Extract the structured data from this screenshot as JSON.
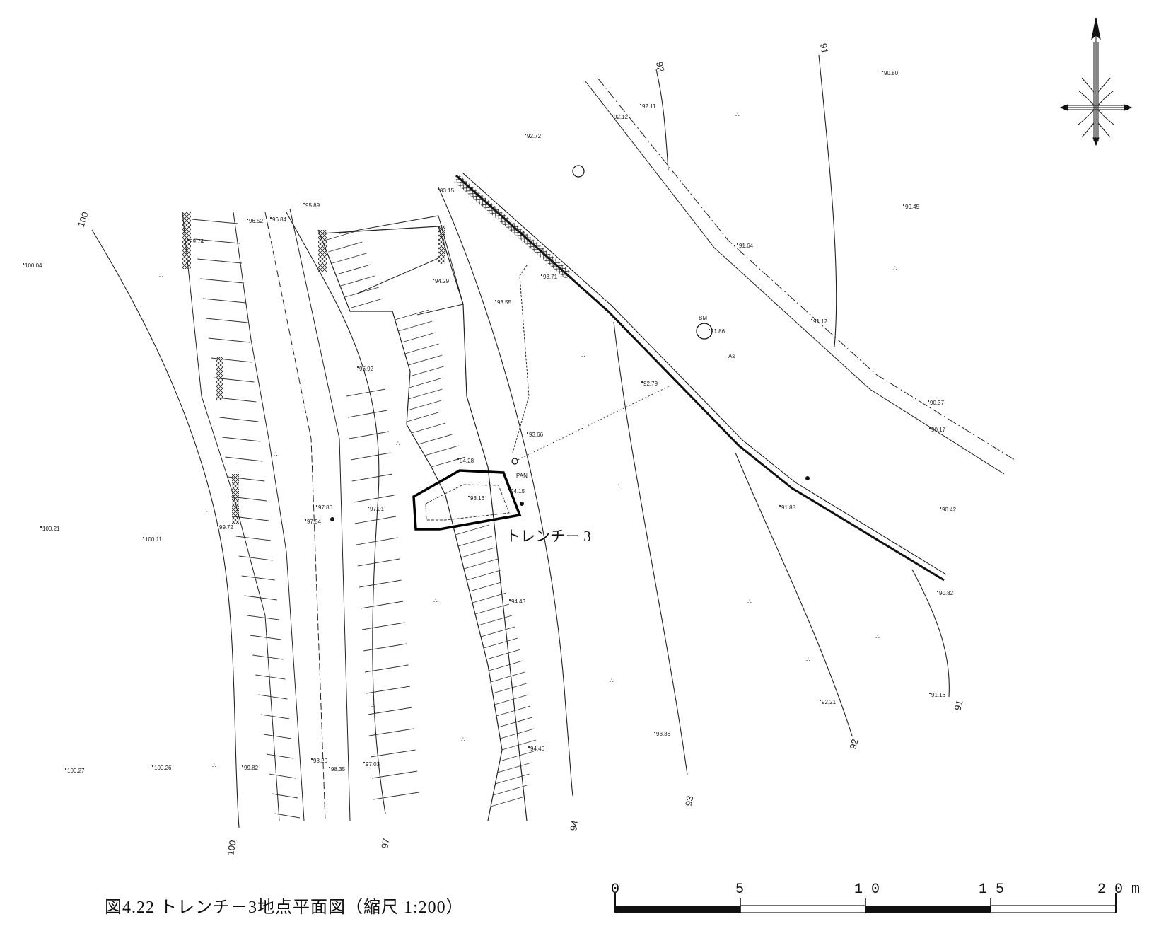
{
  "caption": "図4.22 トレンチ－3地点平面図（縮尺 1:200）",
  "trench_label": "トレンチ－ 3",
  "scale_bar": {
    "unit": "m",
    "labels": [
      "0",
      "5",
      "1 0",
      "1 5",
      "2 0 m"
    ]
  },
  "contour_labels": {
    "c100_top": "100",
    "c100_bottom": "100",
    "c97": "97",
    "c94": "94",
    "c93": "93",
    "c92_top": "92",
    "c92_bottom": "92",
    "c91_top": "91",
    "c91_bottom": "91"
  },
  "spot_heights": [
    {
      "id": "e1",
      "label": "100.04"
    },
    {
      "id": "e2",
      "label": "99.74"
    },
    {
      "id": "e3",
      "label": "96.52"
    },
    {
      "id": "e4",
      "label": "96.84"
    },
    {
      "id": "e5",
      "label": "95.89"
    },
    {
      "id": "e6",
      "label": "93.15"
    },
    {
      "id": "e7",
      "label": "94.29"
    },
    {
      "id": "e8",
      "label": "93.55"
    },
    {
      "id": "e9",
      "label": "93.71"
    },
    {
      "id": "e10",
      "label": "92.72"
    },
    {
      "id": "e11",
      "label": "92.12"
    },
    {
      "id": "e12",
      "label": "92.11"
    },
    {
      "id": "e13",
      "label": "90.80"
    },
    {
      "id": "e14",
      "label": "90.45"
    },
    {
      "id": "e15",
      "label": "91.64"
    },
    {
      "id": "e16",
      "label": "91.86"
    },
    {
      "id": "e17",
      "label": "91.12"
    },
    {
      "id": "e18",
      "label": "92.79"
    },
    {
      "id": "e19",
      "label": "93.66"
    },
    {
      "id": "e20",
      "label": "94.28"
    },
    {
      "id": "e21",
      "label": "93.16"
    },
    {
      "id": "e22",
      "label": "94.15"
    },
    {
      "id": "e23",
      "label": "96.92"
    },
    {
      "id": "e24",
      "label": "97.86"
    },
    {
      "id": "e25",
      "label": "97.54"
    },
    {
      "id": "e26",
      "label": "97.01"
    },
    {
      "id": "e27",
      "label": "99.72"
    },
    {
      "id": "e28",
      "label": "100.21"
    },
    {
      "id": "e29",
      "label": "100.11"
    },
    {
      "id": "e30",
      "label": "94.43"
    },
    {
      "id": "e31",
      "label": "94.46"
    },
    {
      "id": "e32",
      "label": "93.36"
    },
    {
      "id": "e33",
      "label": "90.37"
    },
    {
      "id": "e34",
      "label": "90.17"
    },
    {
      "id": "e35",
      "label": "90.42"
    },
    {
      "id": "e36",
      "label": "91.88"
    },
    {
      "id": "e37",
      "label": "90.82"
    },
    {
      "id": "e38",
      "label": "92.21"
    },
    {
      "id": "e39",
      "label": "91.16"
    },
    {
      "id": "e40",
      "label": "100.27"
    },
    {
      "id": "e41",
      "label": "100.26"
    },
    {
      "id": "e42",
      "label": "99.82"
    },
    {
      "id": "e43",
      "label": "98.20"
    },
    {
      "id": "e44",
      "label": "98.35"
    },
    {
      "id": "e45",
      "label": "97.03"
    }
  ],
  "point_labels": {
    "bm": "BM",
    "as": "As",
    "pan": "PAN"
  },
  "north_arrow": {
    "icon": "north-arrow-icon"
  }
}
